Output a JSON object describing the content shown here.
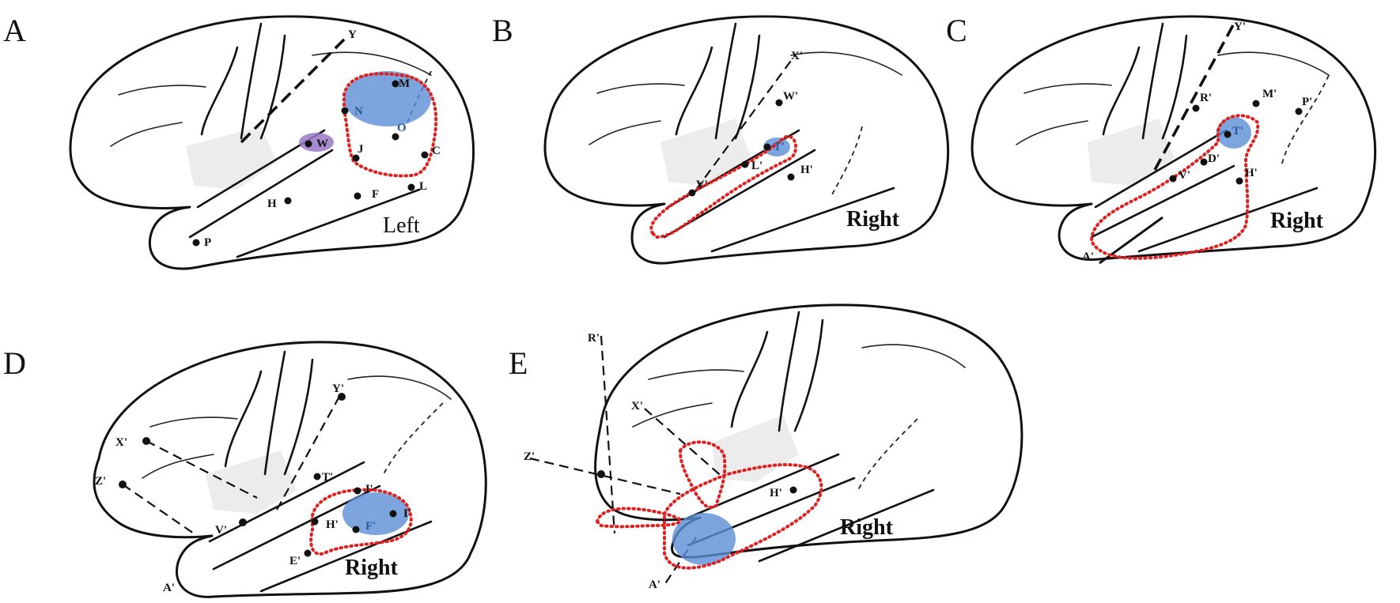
{
  "figure": {
    "panels": [
      {
        "letter": "A",
        "side": "Left",
        "electrodes": [
          "Y",
          "M",
          "N",
          "O",
          "W",
          "J",
          "C",
          "H",
          "F",
          "L",
          "P"
        ]
      },
      {
        "letter": "B",
        "side": "Right",
        "electrodes": [
          "X'",
          "W'",
          "T'",
          "L'",
          "H'",
          "V'"
        ]
      },
      {
        "letter": "C",
        "side": "Right",
        "electrodes": [
          "Y'",
          "R'",
          "M'",
          "P'",
          "T'",
          "D'",
          "V'",
          "H'",
          "A'"
        ]
      },
      {
        "letter": "D",
        "side": "Right",
        "electrodes": [
          "Y'",
          "X'",
          "Z'",
          "T'",
          "J'",
          "V'",
          "H'",
          "I'",
          "F'",
          "E'",
          "A'"
        ]
      },
      {
        "letter": "E",
        "side": "Right",
        "electrodes": [
          "R'",
          "X'",
          "Z'",
          "H'",
          "A'"
        ]
      }
    ]
  },
  "colors": {
    "outline": "#111111",
    "resection_zone": "#e02020",
    "seizure_onset": "#5b8fd6",
    "secondary_zone": "#9a78c8",
    "insula_shade": "#ececec"
  }
}
